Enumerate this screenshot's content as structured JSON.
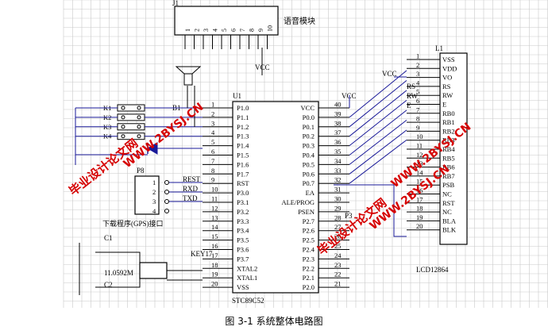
{
  "caption": "图 3-1 系统整体电路图",
  "colors": {
    "grid": "#c9c9c9",
    "wire": "#1a1a99",
    "line": "#000000",
    "watermark": "#d60000"
  },
  "j1": {
    "ref": "J1",
    "name": "语音模块",
    "pins": [
      "1",
      "2",
      "3",
      "4",
      "5",
      "6",
      "7",
      "8",
      "9",
      "10"
    ]
  },
  "u1": {
    "ref": "U1",
    "part": "STC89C52",
    "left_pins": [
      {
        "num": "1",
        "name": "P1.0"
      },
      {
        "num": "2",
        "name": "P1.1"
      },
      {
        "num": "3",
        "name": "P1.2"
      },
      {
        "num": "4",
        "name": "P1.3"
      },
      {
        "num": "5",
        "name": "P1.4"
      },
      {
        "num": "6",
        "name": "P1.5"
      },
      {
        "num": "7",
        "name": "P1.6"
      },
      {
        "num": "8",
        "name": "P1.7"
      },
      {
        "num": "9",
        "name": "RST"
      },
      {
        "num": "10",
        "name": "P3.0"
      },
      {
        "num": "11",
        "name": "P3.1"
      },
      {
        "num": "12",
        "name": "P3.2"
      },
      {
        "num": "13",
        "name": "P3.3"
      },
      {
        "num": "14",
        "name": "P3.4"
      },
      {
        "num": "15",
        "name": "P3.5"
      },
      {
        "num": "16",
        "name": "P3.6"
      },
      {
        "num": "17",
        "name": "P3.7"
      },
      {
        "num": "18",
        "name": "XTAL2"
      },
      {
        "num": "19",
        "name": "XTAL1"
      },
      {
        "num": "20",
        "name": "VSS"
      }
    ],
    "right_pins": [
      {
        "num": "40",
        "name": "VCC"
      },
      {
        "num": "39",
        "name": "P0.0"
      },
      {
        "num": "38",
        "name": "P0.1"
      },
      {
        "num": "37",
        "name": "P0.2"
      },
      {
        "num": "36",
        "name": "P0.3"
      },
      {
        "num": "35",
        "name": "P0.4"
      },
      {
        "num": "34",
        "name": "P0.5"
      },
      {
        "num": "33",
        "name": "P0.6"
      },
      {
        "num": "32",
        "name": "P0.7"
      },
      {
        "num": "31",
        "name": "EA"
      },
      {
        "num": "30",
        "name": "ALE/PROG"
      },
      {
        "num": "29",
        "name": "PSEN"
      },
      {
        "num": "28",
        "name": "P2.7"
      },
      {
        "num": "27",
        "name": "P2.6"
      },
      {
        "num": "26",
        "name": "P2.5"
      },
      {
        "num": "25",
        "name": "P2.4"
      },
      {
        "num": "24",
        "name": "P2.3"
      },
      {
        "num": "23",
        "name": "P2.2"
      },
      {
        "num": "22",
        "name": "P2.1"
      },
      {
        "num": "21",
        "name": "P2.0"
      }
    ]
  },
  "lcd": {
    "ref": "L1",
    "part": "LCD12864",
    "pins": [
      {
        "num": "1",
        "name": "VSS"
      },
      {
        "num": "2",
        "name": "VDD"
      },
      {
        "num": "3",
        "name": "VO"
      },
      {
        "num": "4",
        "name": "RS"
      },
      {
        "num": "5",
        "name": "RW"
      },
      {
        "num": "6",
        "name": "E"
      },
      {
        "num": "7",
        "name": "RB0"
      },
      {
        "num": "8",
        "name": "RB1"
      },
      {
        "num": "9",
        "name": "RB2"
      },
      {
        "num": "10",
        "name": "RB3"
      },
      {
        "num": "11",
        "name": "RB4"
      },
      {
        "num": "12",
        "name": "RB5"
      },
      {
        "num": "13",
        "name": "RB6"
      },
      {
        "num": "14",
        "name": "RB7"
      },
      {
        "num": "15",
        "name": "PSB"
      },
      {
        "num": "16",
        "name": "NC"
      },
      {
        "num": "17",
        "name": "RST"
      },
      {
        "num": "18",
        "name": "NC"
      },
      {
        "num": "19",
        "name": "BLA"
      },
      {
        "num": "20",
        "name": "BLK"
      }
    ],
    "net_labels": [
      "RS",
      "RW",
      "E"
    ]
  },
  "vcc_labels": [
    "VCC",
    "VCC",
    "VCC"
  ],
  "keys": [
    "K1",
    "K2",
    "K3",
    "K4"
  ],
  "key17": "KEY17",
  "b1": "B1",
  "led": "P8",
  "p6": {
    "pins": [
      "1",
      "2",
      "3",
      "4"
    ],
    "nets": [
      "REST",
      "RXD",
      "TXD"
    ],
    "label": "下载程序(GPS)接口"
  },
  "crystal": {
    "c1": "C1",
    "c2": "C2",
    "freq": "11.0592M"
  },
  "partial_labels": [
    "P3"
  ],
  "watermarks": [
    "毕业设计论文网",
    "WWW.2BYSJ.CN",
    "毕业设计论文网",
    "WWW.2BYSJ.CN",
    "WWW.2BYSJ.CN"
  ]
}
